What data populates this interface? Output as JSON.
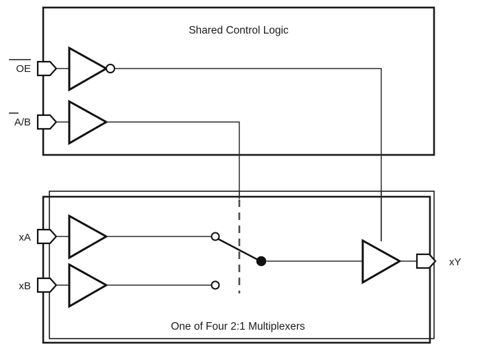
{
  "diagram": {
    "title_top": "Shared Control Logic",
    "title_bottom": "One of Four 2:1 Multiplexers",
    "blocks": [
      {
        "id": "shared-control-logic",
        "label": "Shared Control Logic"
      },
      {
        "id": "mux-block",
        "label": "One of Four 2:1 Multiplexers"
      }
    ],
    "pins": {
      "oe": {
        "label": "OE",
        "overbar": "full",
        "type": "input"
      },
      "ab": {
        "label": "A/B",
        "overbar": "A",
        "type": "input"
      },
      "xa": {
        "label": "xA",
        "overbar": "none",
        "type": "input"
      },
      "xb": {
        "label": "xB",
        "overbar": "none",
        "type": "input"
      },
      "xy": {
        "label": "xY",
        "overbar": "none",
        "type": "output"
      }
    },
    "gates": [
      {
        "id": "oe-inverter",
        "kind": "inverter",
        "input": "OE",
        "output": "output-enable"
      },
      {
        "id": "ab-buffer",
        "kind": "buffer",
        "input": "A/B",
        "output": "select"
      },
      {
        "id": "xa-buffer",
        "kind": "buffer",
        "input": "xA",
        "output": "a-path"
      },
      {
        "id": "xb-buffer",
        "kind": "buffer",
        "input": "xB",
        "output": "b-path"
      },
      {
        "id": "output-buffer",
        "kind": "tristate-buffer",
        "input": "mux-common",
        "output": "xY"
      }
    ],
    "switch": {
      "id": "mux-switch",
      "contact_a": "open",
      "contact_b": "open",
      "common": "closed",
      "selected_path": "xA"
    },
    "colors": {
      "stroke": "#1a1a1a",
      "wire": "#2a2a2a",
      "fill": "#ffffff",
      "dashed_control": "#4d4d4d"
    }
  }
}
